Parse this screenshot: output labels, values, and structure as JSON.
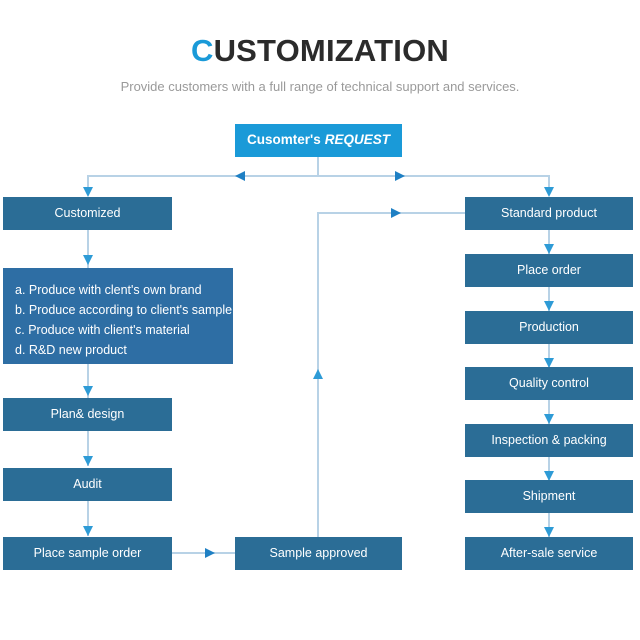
{
  "header": {
    "title_accent": "C",
    "title_rest": "USTOMIZATION",
    "subtitle": "Provide customers with a full range of technical support and services."
  },
  "colors": {
    "root_box": "#1a9ad8",
    "box": "#2b6d96",
    "list_box": "#2e6ea4",
    "connector": "#b8d2e6",
    "arrow_blue": "#2e9bd6",
    "arrow_dark": "#1f80c4",
    "title_dark": "#2b2b2b",
    "subtitle_grey": "#9a9a9a",
    "page_background": "#ffffff"
  },
  "root": {
    "label_bold": "Cusomter's",
    "label_italic": "REQUEST"
  },
  "left_branch": {
    "head": "Customized",
    "options": [
      "a. Produce with clent's own brand",
      "b. Produce according to client's sample",
      "c. Produce with client's material",
      "d. R&D new product"
    ],
    "steps": [
      "Plan& design",
      "Audit",
      "Place sample order"
    ]
  },
  "middle": {
    "sample_approved": "Sample approved"
  },
  "right_branch": {
    "steps": [
      "Standard product",
      "Place order",
      "Production",
      "Quality control",
      "Inspection & packing",
      "Shipment",
      "After-sale service"
    ]
  }
}
